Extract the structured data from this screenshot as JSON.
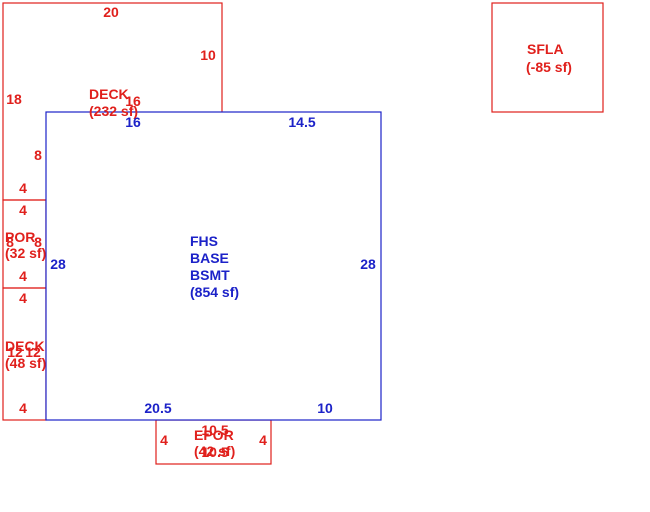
{
  "colors": {
    "red": "#e0201c",
    "blue": "#1c22c8"
  },
  "areas": {
    "deck_top": {
      "name": "DECK",
      "area": "(232 sf)"
    },
    "sfla": {
      "name": "SFLA",
      "area": "(-85 sf)"
    },
    "fhs": {
      "line1": "FHS",
      "line2": "BASE",
      "line3": "BSMT",
      "area": "(854 sf)"
    },
    "por": {
      "name": "POR",
      "area": "(32 sf)"
    },
    "deck_left": {
      "name": "DECK",
      "area": "(48 sf)"
    },
    "epor": {
      "name": "EPOR",
      "area": "(42 sf)"
    }
  },
  "dims": {
    "deck_top_width": "20",
    "deck_top_right": "10",
    "deck_top_left": "18",
    "deck_top_inner": "16",
    "deck_top_inner2": "16",
    "deck_top_lower_left": "8",
    "deck_top_bottom_left": "4",
    "main_top_right": "14.5",
    "main_left": "28",
    "main_right": "28",
    "main_bottom_left": "20.5",
    "main_bottom_right": "10",
    "por_top": "4",
    "por_left": "8",
    "por_right": "8",
    "por_bottom": "4",
    "deck_left_top": "4",
    "deck_left_side1": "12",
    "deck_left_side2": "12",
    "deck_left_bottom": "4",
    "epor_left": "4",
    "epor_right": "4",
    "epor_top": "10.5",
    "epor_bottom": "10.5"
  }
}
